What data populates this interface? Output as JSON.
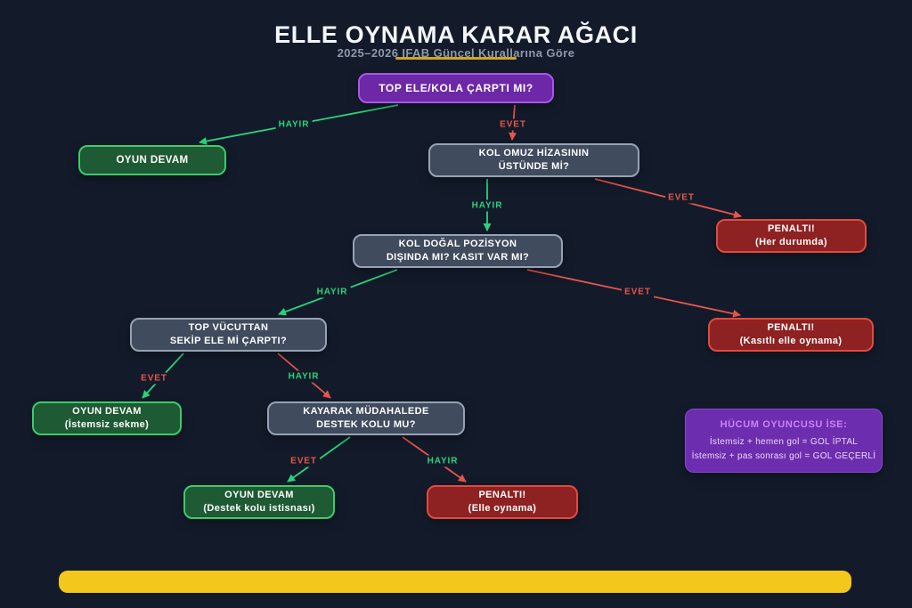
{
  "header": {
    "title": "ELLE OYNAMA KARAR AĞACI",
    "subtitle": "2025–2026 IFAB Güncel Kurallarına Göre"
  },
  "colors": {
    "bg": "#131b2b",
    "yes": "#e8564a",
    "no": "#2ad47a",
    "purple_node": "#6c28a6",
    "slate_node": "#404b5e",
    "green_node": "#1e5a33",
    "red_node": "#8e2121",
    "accent_bar": "#f4c71d",
    "underline": "#cfa42a"
  },
  "nodes": {
    "root": {
      "line1": "TOP ELE/KOLA ÇARPTI MI?"
    },
    "oyun_devam_1": {
      "line1": "OYUN DEVAM"
    },
    "kol_omuz": {
      "line1": "KOL OMUZ HİZASININ",
      "line2": "ÜSTÜNDE Mİ?"
    },
    "penalti_her_durumda": {
      "line1": "PENALTI!",
      "line2": "(Her durumda)"
    },
    "kol_dogal": {
      "line1": "KOL DOĞAL POZİSYON",
      "line2": "DIŞINDA MI? KASIT VAR MI?"
    },
    "penalti_kasitli": {
      "line1": "PENALTI!",
      "line2": "(Kasıtlı elle oynama)"
    },
    "top_vucuttan": {
      "line1": "TOP VÜCUTTAN",
      "line2": "SEKİP ELE Mİ ÇARPTI?"
    },
    "oyun_devam_istemsiz": {
      "line1": "OYUN DEVAM",
      "line2": "(İstemsiz sekme)"
    },
    "kayarak": {
      "line1": "KAYARAK MÜDAHALEDE",
      "line2": "DESTEK KOLU MU?"
    },
    "oyun_devam_destek": {
      "line1": "OYUN DEVAM",
      "line2": "(Destek kolu istisnası)"
    },
    "penalti_elle": {
      "line1": "PENALTI!",
      "line2": "(Elle oynama)"
    }
  },
  "edges": [
    {
      "from": "root",
      "to": "oyun_devam_1",
      "label": "HAYIR",
      "line_color": "no",
      "label_color": "no"
    },
    {
      "from": "root",
      "to": "kol_omuz",
      "label": "EVET",
      "line_color": "yes",
      "label_color": "yes"
    },
    {
      "from": "kol_omuz",
      "to": "penalti_her_durumda",
      "label": "EVET",
      "line_color": "yes",
      "label_color": "yes"
    },
    {
      "from": "kol_omuz",
      "to": "kol_dogal",
      "label": "HAYIR",
      "line_color": "no",
      "label_color": "no"
    },
    {
      "from": "kol_dogal",
      "to": "top_vucuttan",
      "label": "HAYIR",
      "line_color": "no",
      "label_color": "no"
    },
    {
      "from": "kol_dogal",
      "to": "penalti_kasitli",
      "label": "EVET",
      "line_color": "yes",
      "label_color": "yes"
    },
    {
      "from": "top_vucuttan",
      "to": "oyun_devam_istemsiz",
      "label": "EVET",
      "line_color": "no",
      "label_color": "yes"
    },
    {
      "from": "top_vucuttan",
      "to": "kayarak",
      "label": "HAYIR",
      "line_color": "yes",
      "label_color": "no"
    },
    {
      "from": "kayarak",
      "to": "oyun_devam_destek",
      "label": "EVET",
      "line_color": "no",
      "label_color": "yes"
    },
    {
      "from": "kayarak",
      "to": "penalti_elle",
      "label": "HAYIR",
      "line_color": "yes",
      "label_color": "no"
    }
  ],
  "info_box": {
    "title": "HÜCUM OYUNCUSU İSE:",
    "line1": "İstemsiz + hemen gol = GOL İPTAL",
    "line2": "İstemsiz + pas sonrası gol = GOL GEÇERLİ"
  }
}
